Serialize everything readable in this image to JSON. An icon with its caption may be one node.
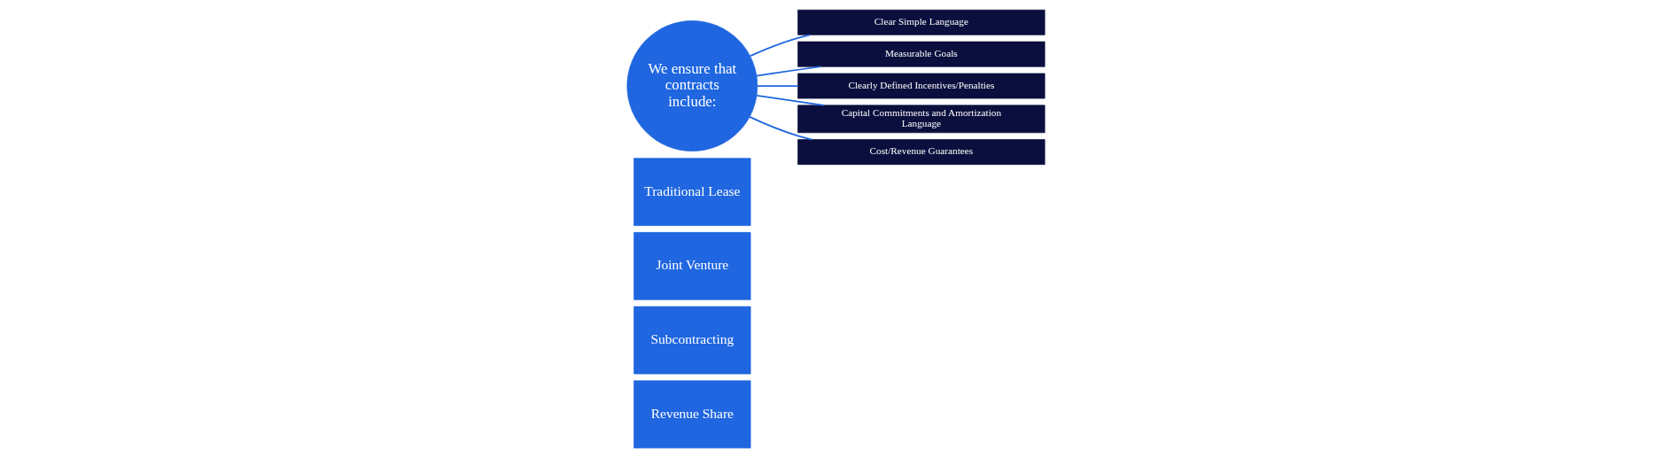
{
  "diagram": {
    "nodes": [
      {
        "text": [
          "Revenue Share"
        ]
      },
      {
        "text": [
          "Subcontracting"
        ]
      },
      {
        "text": [
          "Joint Venture"
        ]
      },
      {
        "text": [
          "Traditional Lease"
        ]
      },
      {
        "text": [
          "We ensure that contracts include:"
        ]
      },
      {
        "text": [
          "Clear Simple Language"
        ]
      },
      {
        "text": [
          "Measurable Goals"
        ]
      },
      {
        "text": [
          "Clearly Defined Incentives/Penalties"
        ]
      },
      {
        "text": [
          "Capital Commitments and Amortization Language"
        ]
      },
      {
        "text": [
          "Cost/Revenue Guarantees"
        ]
      }
    ],
    "edges": [
      {
        "from": 4,
        "to": 5,
        "arrow": "none"
      },
      {
        "from": 4,
        "to": 6,
        "arrow": "none"
      },
      {
        "from": 4,
        "to": 7,
        "arrow": "none"
      },
      {
        "from": 4,
        "to": 8,
        "arrow": "none"
      },
      {
        "from": 4,
        "to": 9,
        "arrow": "none"
      }
    ]
  }
}
